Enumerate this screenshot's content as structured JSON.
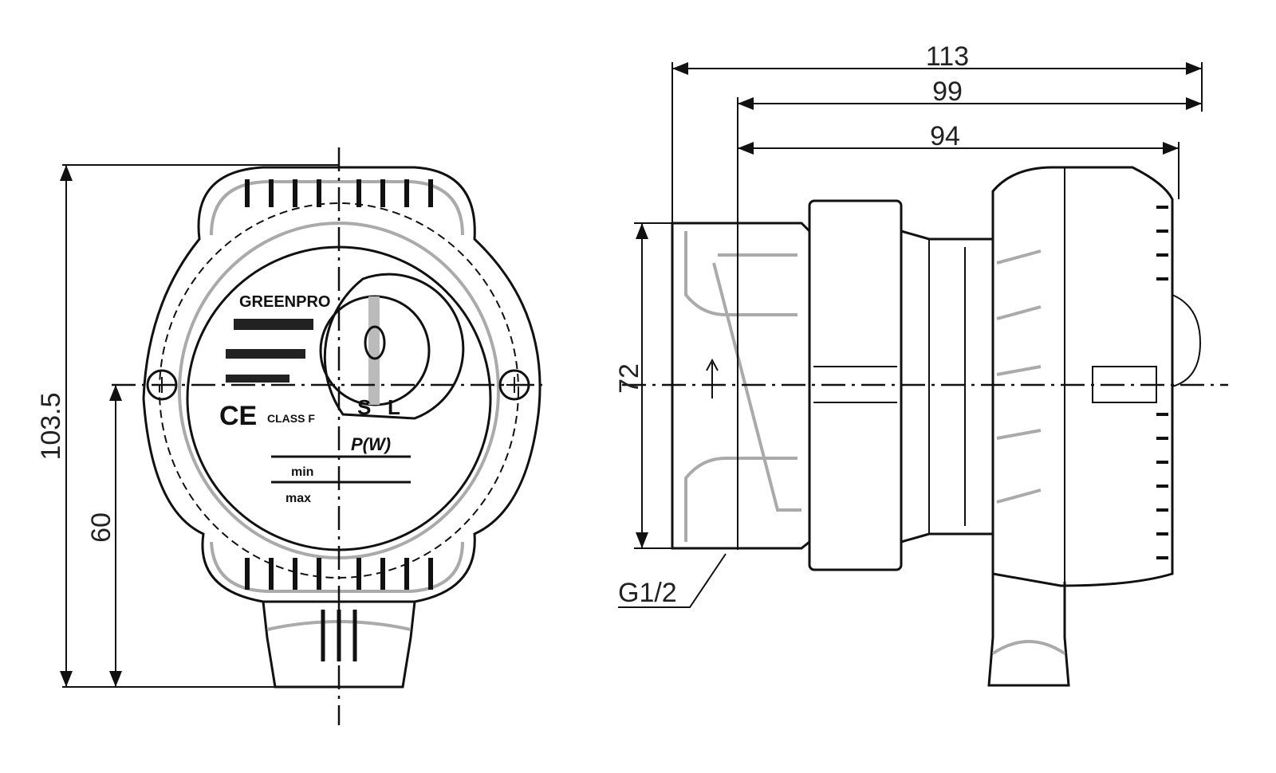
{
  "dimensions": {
    "overall_length": "113",
    "length_99": "99",
    "length_94": "94",
    "port_height": "72",
    "overall_height": "103.5",
    "center_height": "60",
    "thread": "G1/2"
  },
  "nameplate": {
    "brand": "GREENPRO",
    "ce_mark": "CE",
    "insulation_class": "CLASS F",
    "power_header": "P(W)",
    "row_min": "min",
    "row_max": "max",
    "dial_s": "S",
    "dial_l": "L"
  }
}
